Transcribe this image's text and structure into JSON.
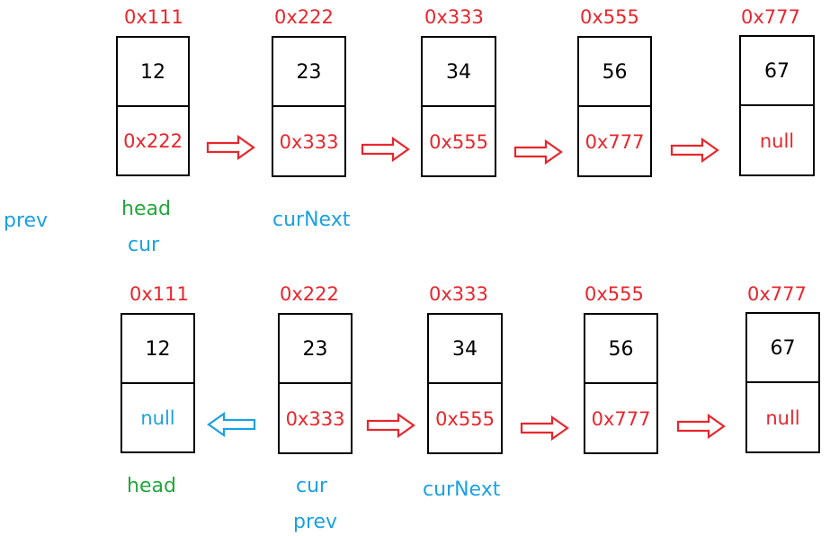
{
  "row1": {
    "nodes": [
      {
        "addr": "0x111",
        "value": "12",
        "next": "0x222"
      },
      {
        "addr": "0x222",
        "value": "23",
        "next": "0x333"
      },
      {
        "addr": "0x333",
        "value": "34",
        "next": "0x555"
      },
      {
        "addr": "0x555",
        "value": "56",
        "next": "0x777"
      },
      {
        "addr": "0x777",
        "value": "67",
        "next": "null"
      }
    ],
    "labels": {
      "prev": "prev",
      "head": "head",
      "cur": "cur",
      "curNext": "curNext"
    }
  },
  "row2": {
    "nodes": [
      {
        "addr": "0x111",
        "value": "12",
        "next": "null"
      },
      {
        "addr": "0x222",
        "value": "23",
        "next": "0x333"
      },
      {
        "addr": "0x333",
        "value": "34",
        "next": "0x555"
      },
      {
        "addr": "0x555",
        "value": "56",
        "next": "0x777"
      },
      {
        "addr": "0x777",
        "value": "67",
        "next": "null"
      }
    ],
    "labels": {
      "head": "head",
      "cur": "cur",
      "prev": "prev",
      "curNext": "curNext"
    }
  },
  "colors": {
    "address": "#e8262d",
    "pointer_arrow": "#e8262d",
    "reversed_arrow": "#1ba1e2",
    "head_label": "#23a73d",
    "pointer_label": "#1ba1e2"
  }
}
